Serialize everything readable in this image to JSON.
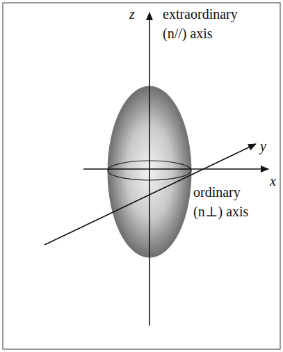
{
  "diagram": {
    "labels": [
      "z",
      "extraordinary (n//) axis",
      "y",
      "x",
      "ordinary (n⊥) axis"
    ]
  }
}
